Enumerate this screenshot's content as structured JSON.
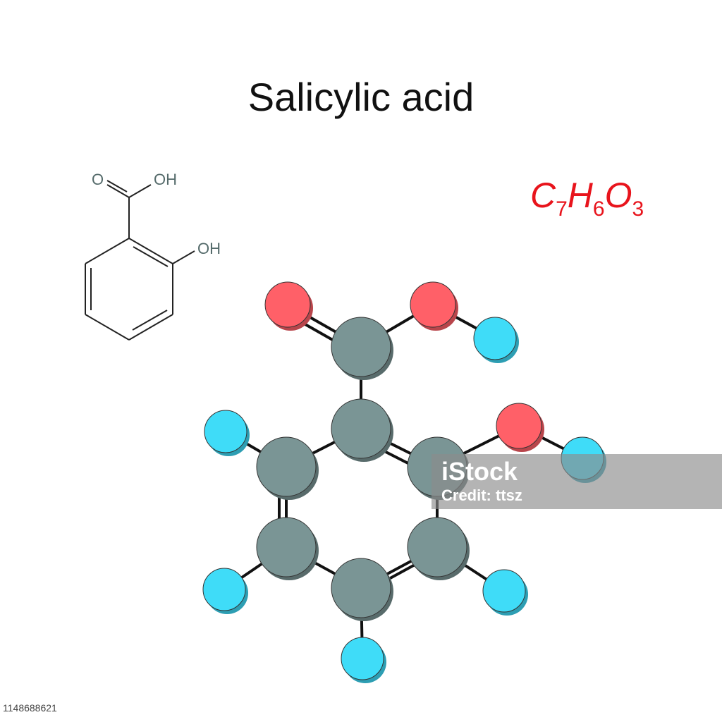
{
  "title": "Salicylic acid",
  "formula": {
    "parts": [
      {
        "symbol": "C",
        "count": "7"
      },
      {
        "symbol": "H",
        "count": "6"
      },
      {
        "symbol": "O",
        "count": "3"
      }
    ],
    "color": "#e8141c"
  },
  "skeletal": {
    "carbonyl_label": "O",
    "acid_label": "OH",
    "hydroxyl_label": "OH",
    "color": "#556b6b"
  },
  "model": {
    "atom_colors": {
      "carbon": "#7a9595",
      "oxygen": "#ff6068",
      "hydrogen": "#3fdcf8"
    },
    "atoms": [
      {
        "element": "carbon",
        "role": "carboxyl-carbon"
      },
      {
        "element": "oxygen",
        "role": "carbonyl-oxygen"
      },
      {
        "element": "oxygen",
        "role": "carboxyl-oxygen"
      },
      {
        "element": "hydrogen",
        "role": "carboxyl-hydrogen"
      },
      {
        "element": "carbon",
        "role": "ring-c1"
      },
      {
        "element": "carbon",
        "role": "ring-c2"
      },
      {
        "element": "oxygen",
        "role": "hydroxyl-oxygen"
      },
      {
        "element": "hydrogen",
        "role": "hydroxyl-hydrogen"
      },
      {
        "element": "carbon",
        "role": "ring-c3"
      },
      {
        "element": "hydrogen",
        "role": "ring-h3"
      },
      {
        "element": "carbon",
        "role": "ring-c4"
      },
      {
        "element": "hydrogen",
        "role": "ring-h4"
      },
      {
        "element": "carbon",
        "role": "ring-c5"
      },
      {
        "element": "hydrogen",
        "role": "ring-h5"
      },
      {
        "element": "carbon",
        "role": "ring-c6"
      },
      {
        "element": "hydrogen",
        "role": "ring-h6"
      }
    ]
  },
  "watermark": {
    "logo": "iStock",
    "credit": "Credit: ttsz"
  },
  "image_id": "1148688621"
}
